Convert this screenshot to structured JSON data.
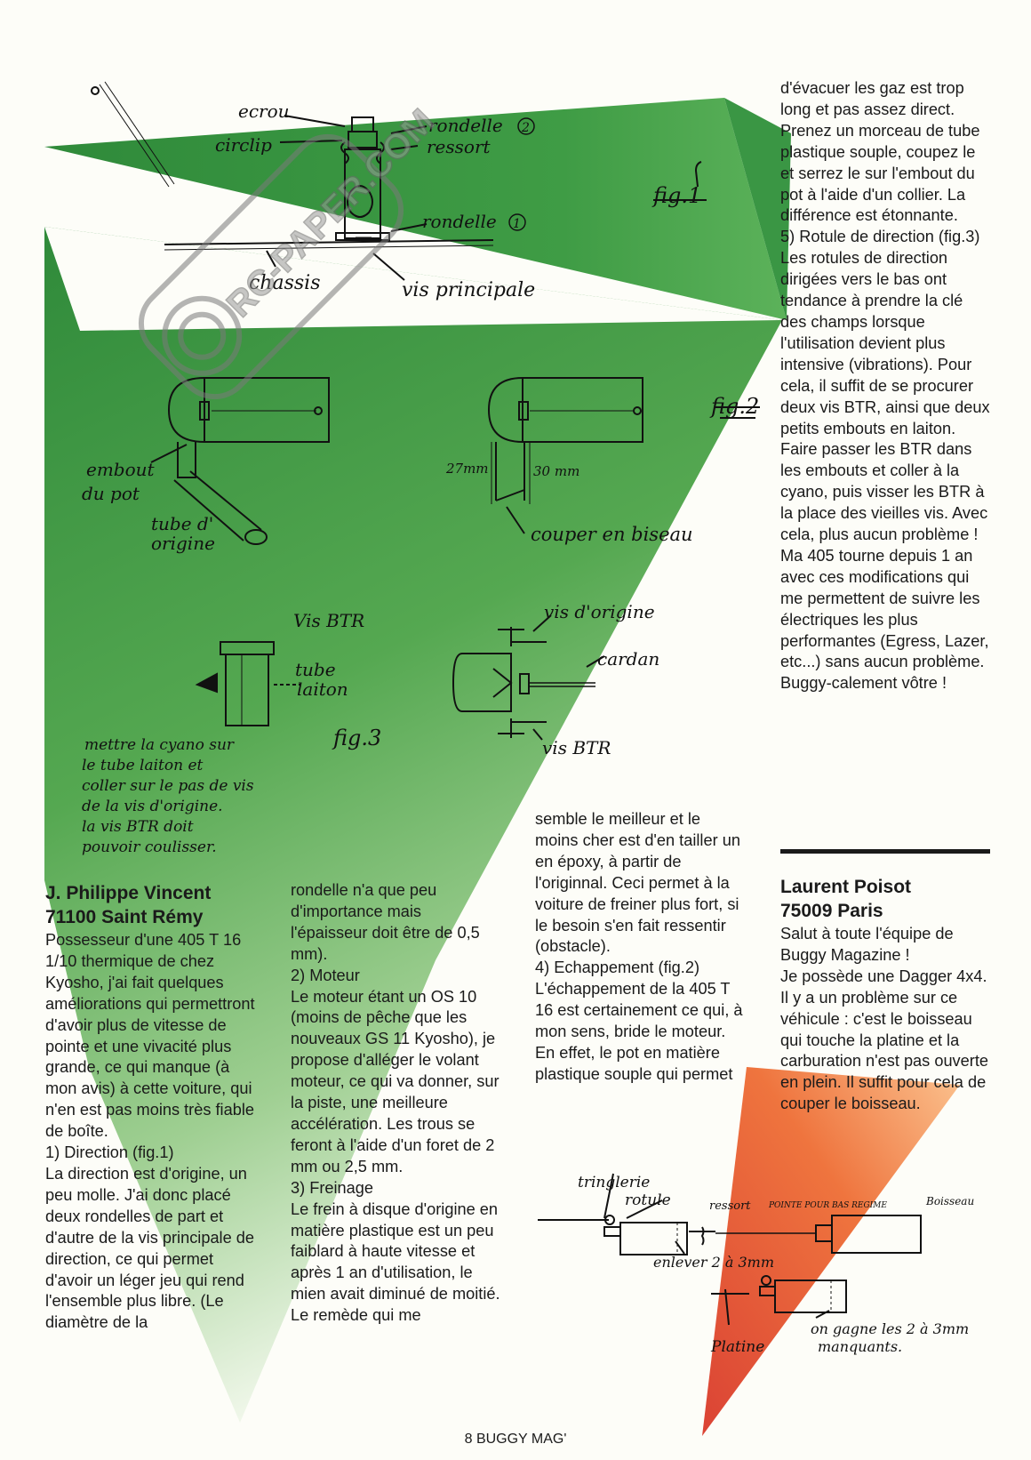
{
  "colors": {
    "green": "#2f8a3a",
    "red": "#e24a2a",
    "orange": "#f08c3a",
    "ink": "#111111"
  },
  "watermark": {
    "text": "RC-PAPER.COM"
  },
  "figures": {
    "fig1": {
      "label": "fig.1",
      "labels": {
        "ecrou": "ecrou",
        "circlip": "circlip",
        "rondelle2": "rondelle",
        "num2": "2",
        "ressort": "ressort",
        "rondelle1": "rondelle",
        "num1": "1",
        "chassis": "chassis",
        "vis": "vis principale"
      }
    },
    "fig2": {
      "label": "fig.2",
      "labels": {
        "embout1": "embout",
        "embout2": "du pot",
        "tube1": "tube d'",
        "tube2": "origine",
        "m27": "27mm",
        "m30": "30 mm",
        "couper": "couper en biseau"
      }
    },
    "fig3": {
      "label": "fig.3",
      "labels": {
        "visbtr": "Vis BTR",
        "tube1": "tube",
        "tube2": "laiton",
        "visorigine": "vis d'origine",
        "cardan": "cardan",
        "visbtr2": "vis BTR"
      },
      "note": [
        "mettre la cyano sur",
        "le tube laiton et",
        "coller sur le pas de vis",
        "de la vis d'origine.",
        "la vis BTR doit",
        "pouvoir coulisser."
      ]
    },
    "fig4": {
      "labels": {
        "tringlerie": "tringlerie",
        "rotule": "rotule",
        "ressort": "ressort",
        "pointe": "POINTE POUR BAS REGIME",
        "boisseau": "Boisseau",
        "enlever": "enlever 2 à 3mm",
        "platine": "Platine",
        "gagne1": "on gagne les 2 à 3mm",
        "gagne2": "manquants."
      }
    }
  },
  "articles": {
    "vincent": {
      "author": "J. Philippe Vincent",
      "city": "71100 Saint Rémy",
      "col1": [
        "Possesseur d'une 405 T 16 1/10 thermique de chez Kyosho, j'ai fait quelques améliorations qui permettront d'avoir plus de vitesse de pointe et une vivacité plus grande, ce qui manque (à mon avis) à cette voiture, qui n'en est pas moins très fiable de boîte.",
        "1) Direction (fig.1)",
        "La direction est d'origine, un peu molle. J'ai donc placé deux rondelles de part et d'autre de la vis principale de direction, ce qui permet d'avoir un léger jeu qui rend l'ensemble plus libre. (Le diamètre de la"
      ],
      "col2": [
        "rondelle n'a que peu d'importance mais l'épaisseur doit être de 0,5 mm).",
        "2) Moteur",
        "Le moteur étant un OS 10 (moins de pêche que les nouveaux GS 11 Kyosho), je propose d'alléger le volant moteur, ce qui va donner, sur la piste, une meilleure accélération. Les trous se feront à l'aide d'un foret de 2 mm ou 2,5 mm.",
        "3) Freinage",
        "Le frein à disque d'origine en matière plastique est un peu faiblard à haute vitesse et après 1 an d'utilisation, le mien avait diminué de moitié. Le remède qui me"
      ],
      "col3": [
        "semble le meilleur et le moins cher est d'en tailler un en époxy, à partir de l'originnal. Ceci permet à la voiture de freiner plus fort, si le besoin s'en fait ressentir (obstacle).",
        "4) Echappement (fig.2)",
        "L'échappement de la 405 T 16 est certainement ce qui, à mon sens, bride le moteur. En effet, le pot en matière plastique souple qui permet"
      ],
      "col4": [
        "d'évacuer les gaz est trop long et pas assez direct. Prenez un morceau de tube plastique souple, coupez le et serrez le sur l'embout du pot à l'aide d'un collier. La différence est étonnante.",
        "5) Rotule de direction (fig.3)",
        "Les rotules de direction dirigées vers le bas ont tendance à prendre la clé des champs lorsque l'utilisation devient plus intensive (vibrations). Pour cela, il suffit de se procurer deux vis BTR, ainsi que deux petits embouts en laiton. Faire passer les BTR dans les embouts et coller à la cyano, puis visser les BTR à la place des vieilles vis. Avec cela, plus aucun problème !",
        "Ma 405 tourne depuis 1 an avec ces modifications qui me permettent de suivre les électriques les plus performantes (Egress, Lazer, etc...) sans aucun problème.",
        "Buggy-calement vôtre !"
      ]
    },
    "poisot": {
      "author": "Laurent Poisot",
      "city": "75009 Paris",
      "body": [
        "Salut à toute l'équipe de Buggy Magazine !",
        "Je possède une Dagger 4x4. Il y a un problème sur ce véhicule : c'est le boisseau qui touche la platine et la carburation n'est pas ouverte en plein. Il suffit pour cela de couper le boisseau."
      ]
    }
  },
  "footer": {
    "page": "8 BUGGY MAG'"
  }
}
